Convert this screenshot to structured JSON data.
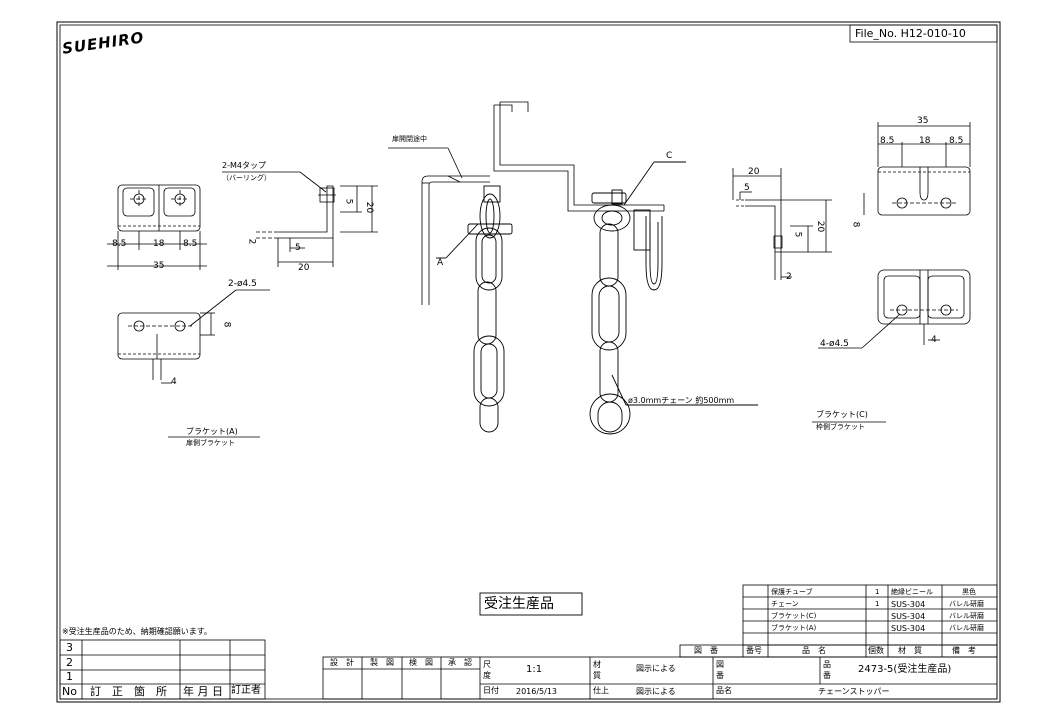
{
  "logo": "SUEHIRO",
  "file_no": "File_No. H12-010-10",
  "left_figure": {
    "tap_note": "2-M4タップ",
    "burring_note": "（バーリング）",
    "hole_note": "2-ø4.5",
    "dims": {
      "d8_5_a": "8.5",
      "d18": "18",
      "d8_5_b": "8.5",
      "d35": "35",
      "d5": "5",
      "d20_v": "20",
      "d2": "2",
      "d5_h": "5",
      "d20_h": "20",
      "d8": "8",
      "d4": "4"
    },
    "caption": "ブラケット(A)",
    "subcaption": "扉側ブラケット"
  },
  "center_figure": {
    "door_label": "扉開閉途中",
    "label_a": "A",
    "label_c": "C",
    "chain_note": "ø3.0mmチェーン 約500mm"
  },
  "right_figure": {
    "dims": {
      "d20": "20",
      "d5": "5",
      "d5_v": "5",
      "d20_v": "20",
      "d2": "2",
      "d35": "35",
      "d8_5_a": "8.5",
      "d18": "18",
      "d8_5_b": "8.5",
      "d8": "8",
      "d4": "4"
    },
    "hole_note": "4-ø4.5",
    "caption": "ブラケット(C)",
    "subcaption": "枠側ブラケット"
  },
  "stamp": "受注生産品",
  "footnote": "※受注生産品のため、納期確認願います。",
  "parts_list": [
    {
      "name": "保護チューブ",
      "qty": "1",
      "material": "絶縁ビニール",
      "note": "黒色"
    },
    {
      "name": "チェーン",
      "qty": "1",
      "material": "SUS-304",
      "note": "バレル研磨"
    },
    {
      "name": "ブラケット(C)",
      "qty": "",
      "material": "SUS-304",
      "note": "バレル研磨"
    },
    {
      "name": "ブラケット(A)",
      "qty": "",
      "material": "SUS-304",
      "note": "バレル研磨"
    }
  ],
  "parts_header": {
    "zuban": "図　番",
    "bango": "番号",
    "hinmei": "品　名",
    "kosu": "個数",
    "zaishitsu": "材　質",
    "biko": "備　考"
  },
  "revision": {
    "rows": [
      "3",
      "2",
      "1"
    ],
    "headers": {
      "no": "No",
      "location": "訂　正　箇　所",
      "date": "年 月 日",
      "corrector": "訂正者"
    }
  },
  "title_block": {
    "sekkei": "設　計",
    "seizu": "製　図",
    "kenzu": "検　図",
    "shonin": "承　認",
    "scale_label": "尺度",
    "scale": "1:1",
    "material_label": "材質",
    "material": "図示による",
    "finish_label": "仕上",
    "finish": "図示による",
    "zuban_label": "図番",
    "hinban_label": "品番",
    "hinban": "2473-5(受注生産品)",
    "hinmei_label": "品名",
    "hinmei": "チェーンストッパー",
    "date_label": "日付",
    "date": "2016/5/13"
  }
}
